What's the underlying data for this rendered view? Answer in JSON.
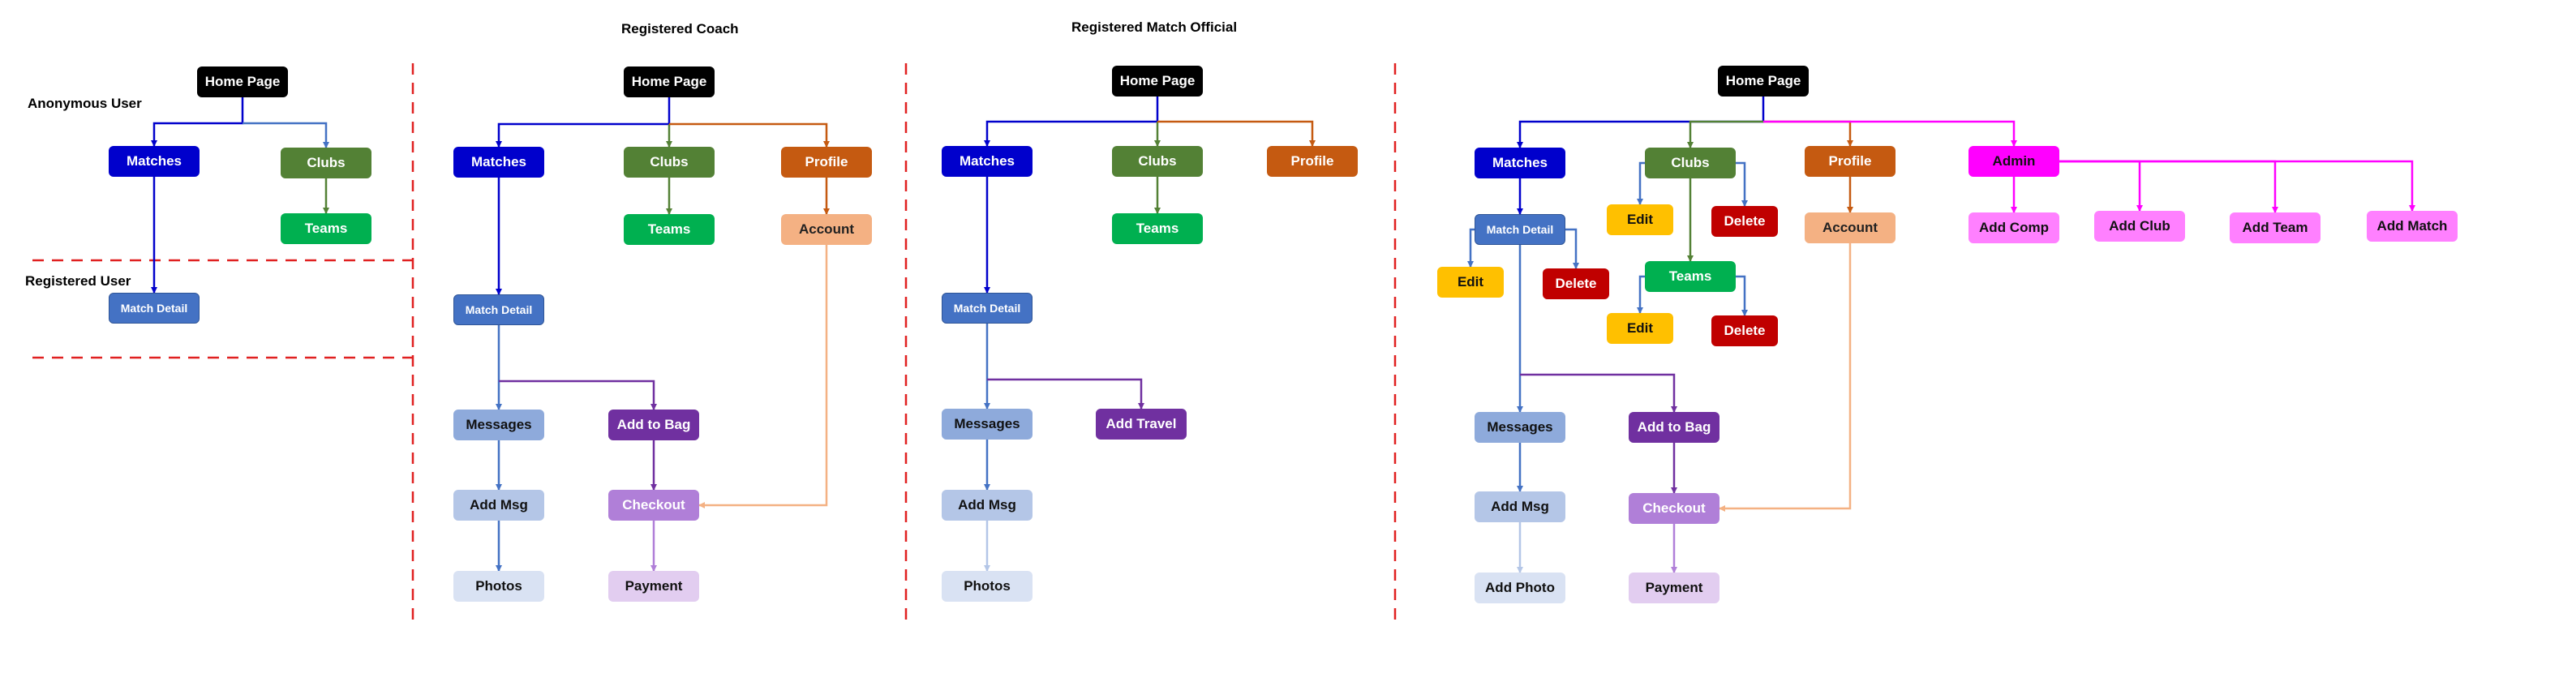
{
  "colors": {
    "home": "#000000",
    "matches": "#0000cc",
    "clubs": "#538135",
    "teams": "#00b050",
    "profile": "#c55a11",
    "account": "#f4b183",
    "match_detail": "#4472c4",
    "messages": "#8eaadb",
    "add_msg": "#b4c6e7",
    "photos": "#d9e2f3",
    "add_to_bag": "#7030a0",
    "checkout": "#b07fd8",
    "payment": "#e2cdf0",
    "add_travel": "#7030a0",
    "edit": "#ffc000",
    "delete": "#c00000",
    "admin": "#ff00ff",
    "admin_child": "#ff80ff",
    "divider": "#e02020"
  },
  "sections": {
    "anonymous_user": "Anonymous User",
    "registered_user": "Registered User",
    "registered_coach": "Registered Coach",
    "registered_match_official": "Registered Match Official"
  },
  "anonymous": {
    "home": "Home Page",
    "matches": "Matches",
    "clubs": "Clubs",
    "teams": "Teams",
    "match_detail": "Match Detail"
  },
  "coach": {
    "home": "Home Page",
    "matches": "Matches",
    "clubs": "Clubs",
    "profile": "Profile",
    "teams": "Teams",
    "account": "Account",
    "match_detail": "Match Detail",
    "messages": "Messages",
    "add_to_bag": "Add to Bag",
    "add_msg": "Add Msg",
    "checkout": "Checkout",
    "photos": "Photos",
    "payment": "Payment"
  },
  "official": {
    "home": "Home Page",
    "matches": "Matches",
    "clubs": "Clubs",
    "profile": "Profile",
    "teams": "Teams",
    "match_detail": "Match Detail",
    "messages": "Messages",
    "add_travel": "Add Travel",
    "add_msg": "Add Msg",
    "photos": "Photos"
  },
  "admin_view": {
    "home": "Home Page",
    "matches": "Matches",
    "clubs": "Clubs",
    "profile": "Profile",
    "admin": "Admin",
    "match_detail": "Match Detail",
    "club_edit": "Edit",
    "club_delete": "Delete",
    "account": "Account",
    "add_comp": "Add Comp",
    "add_club": "Add Club",
    "add_team": "Add Team",
    "add_match": "Add Match",
    "md_edit": "Edit",
    "md_delete": "Delete",
    "teams": "Teams",
    "team_edit": "Edit",
    "team_delete": "Delete",
    "messages": "Messages",
    "add_to_bag": "Add to Bag",
    "add_msg": "Add Msg",
    "checkout": "Checkout",
    "add_photo": "Add Photo",
    "payment": "Payment"
  }
}
